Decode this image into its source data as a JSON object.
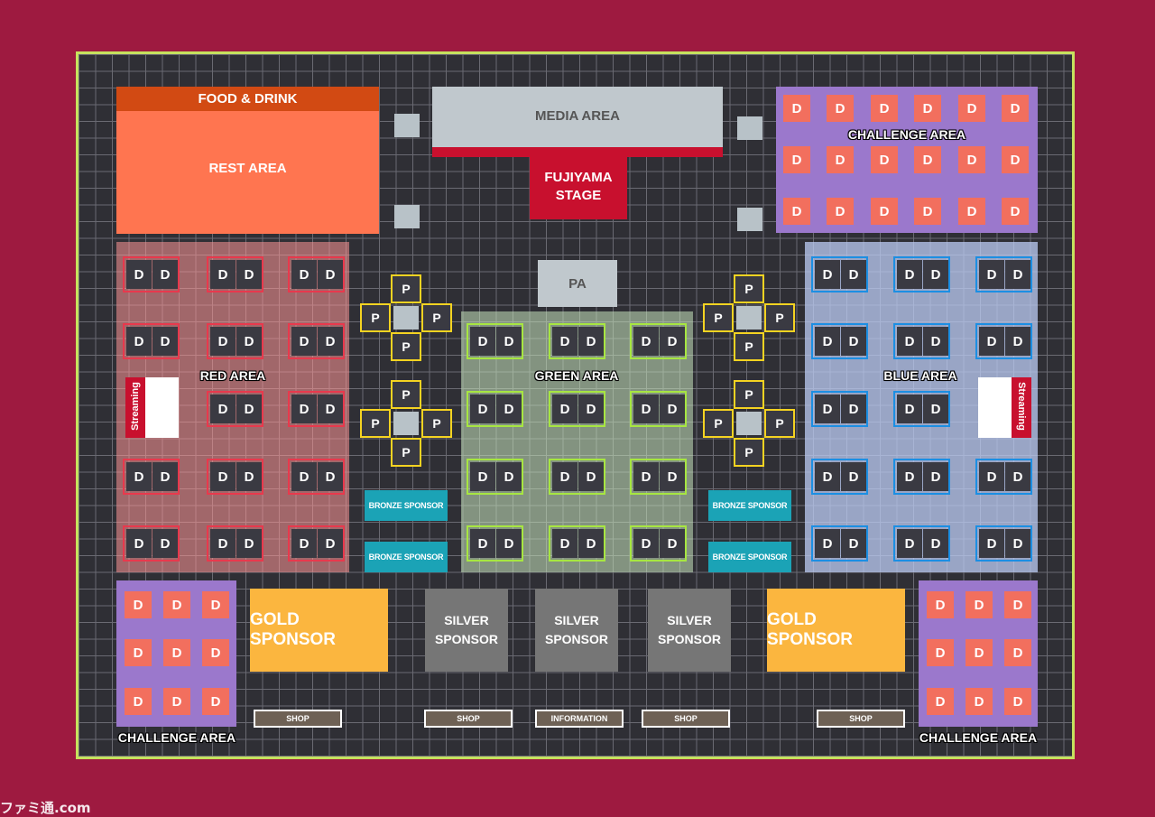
{
  "labels": {
    "food_drink": "FOOD & DRINK",
    "rest_area": "REST AREA",
    "media_area": "MEDIA AREA",
    "stage_line1": "FUJIYAMA",
    "stage_line2": "STAGE",
    "pa": "PA",
    "challenge_area": "CHALLENGE AREA",
    "red_area": "RED AREA",
    "green_area": "GREEN AREA",
    "blue_area": "BLUE AREA",
    "streaming": "Streaming",
    "bronze_sponsor": "BRONZE SPONSOR",
    "gold_sponsor": "GOLD SPONSOR",
    "silver_line1": "SILVER",
    "silver_line2": "SPONSOR",
    "shop": "SHOP",
    "information": "INFORMATION",
    "desk": "D",
    "pod": "P"
  },
  "watermark": "ファミ通.com",
  "colors": {
    "background": "#9e1a40",
    "floor": "#2f2f35",
    "frame": "#c6e25e",
    "red": "#e8394d",
    "green": "#a7e641",
    "blue": "#1c8fe3",
    "pod": "#f5d321",
    "challenge": "#9b78cc",
    "rest": "#ff7550",
    "food": "#d24a13",
    "stage": "#c8102e",
    "media": "#c0c8cd",
    "gold": "#fbb63f",
    "silver": "#767676",
    "bronze": "#1ba3b6",
    "shop": "#6e6155"
  }
}
